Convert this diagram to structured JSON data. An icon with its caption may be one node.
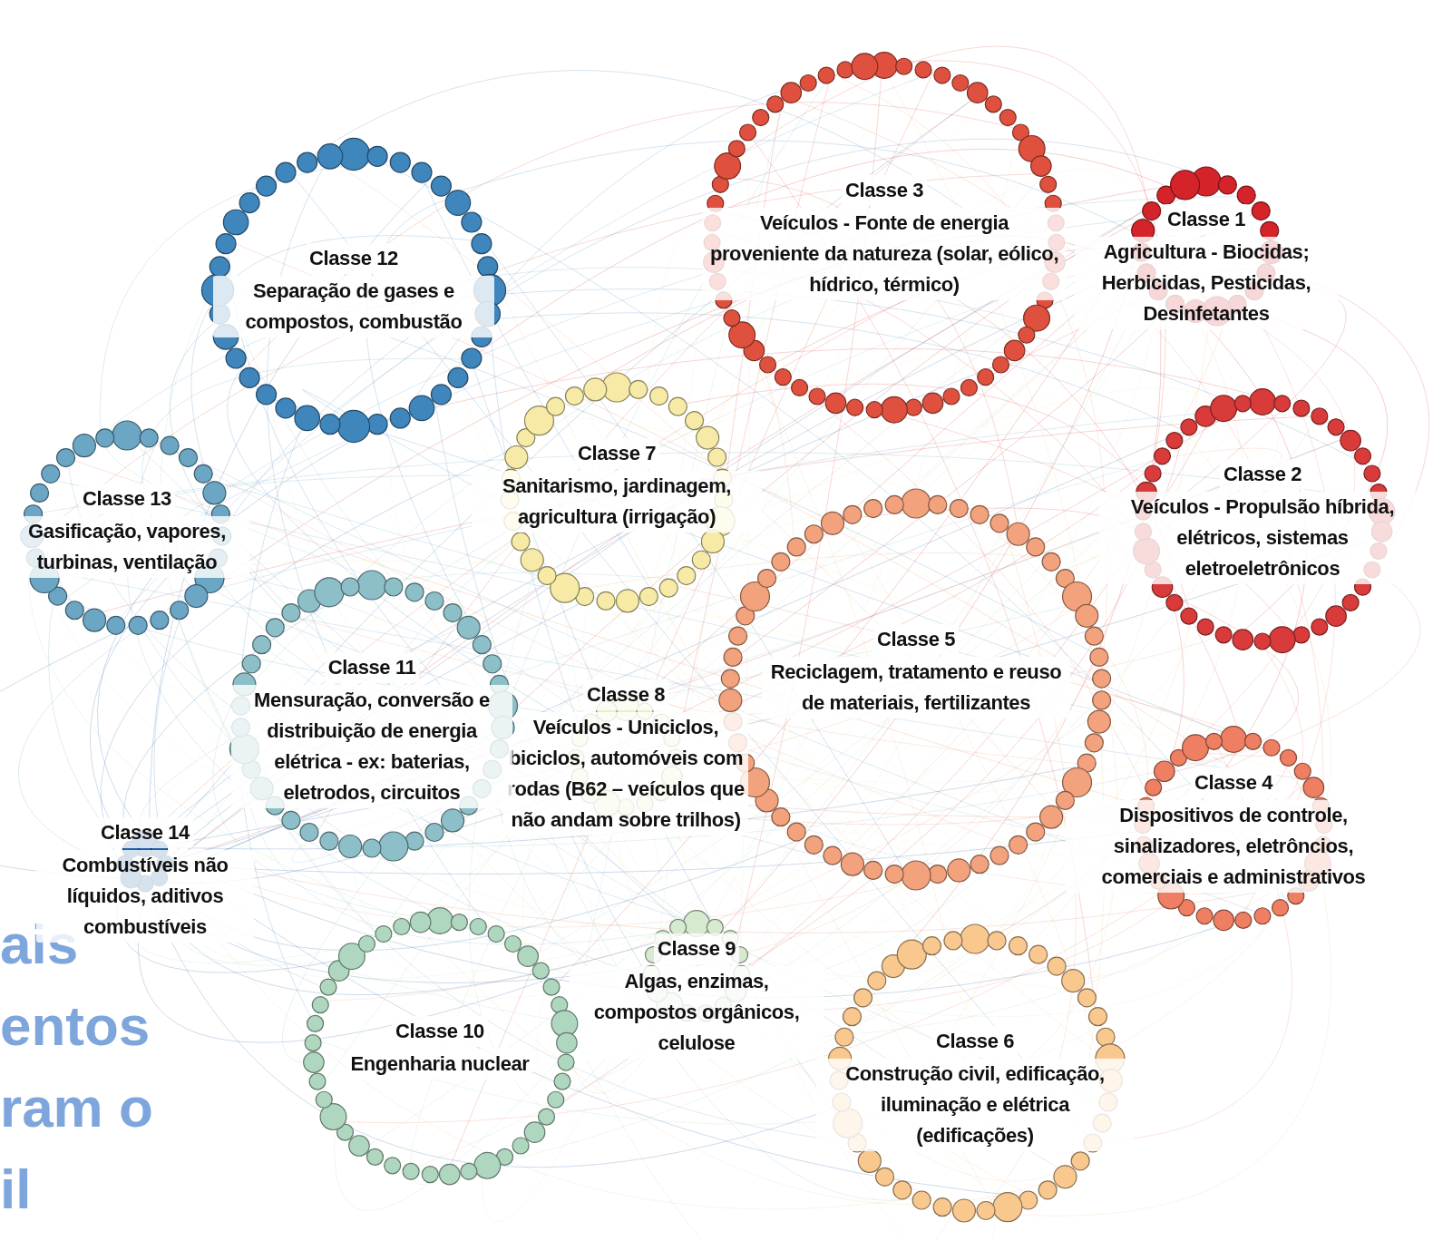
{
  "diagram": {
    "nodes": [
      {
        "text": [
          "Classe 1",
          "Agricultura - Biocidas; Herbicidas, Pesticidas, Desinfetantes"
        ]
      },
      {
        "text": [
          "Classe 2",
          "Veículos - Propulsão híbrida, elétricos, sistemas eletroeletrônicos"
        ]
      },
      {
        "text": [
          "Classe 3",
          "Veículos - Fonte de energia proveniente da natureza (solar, eólico, hídrico, térmico)"
        ]
      },
      {
        "text": [
          "Classe 4",
          "Dispositivos de controle, sinalizadores, eletrôncios, comerciais e administrativos"
        ]
      },
      {
        "text": [
          "Classe 5",
          "Reciclagem, tratamento e reuso de materiais, fertilizantes"
        ]
      },
      {
        "text": [
          "Classe 6",
          "Construção civil, edificação, iluminação e elétrica (edificações)"
        ]
      },
      {
        "text": [
          "Classe 7",
          "Sanitarismo, jardinagem, agricultura (irrigação)"
        ]
      },
      {
        "text": [
          "Classe 8",
          "Veículos - Uniciclos, biciclos, automóveis com rodas (B62 – veículos que não andam sobre trilhos)"
        ]
      },
      {
        "text": [
          "Classe 9",
          "Algas, enzimas, compostos orgânicos, celulose"
        ]
      },
      {
        "text": [
          "Classe 10",
          "Engenharia nuclear"
        ]
      },
      {
        "text": [
          "Classe 11",
          "Mensuração, conversão e distribuição de energia elétrica - ex: baterias, eletrodos, circuitos"
        ]
      },
      {
        "text": [
          "Classe 12",
          "Separação de gases e compostos, combustão"
        ]
      },
      {
        "text": [
          "Classe 13",
          "Gasificação, vapores, turbinas, ventilação"
        ]
      },
      {
        "text": [
          "Classe 14",
          "Combustíveis não líquidos, aditivos combustíveis"
        ]
      }
    ],
    "labels": [
      "ais",
      "entos",
      "ram o",
      "il"
    ]
  }
}
